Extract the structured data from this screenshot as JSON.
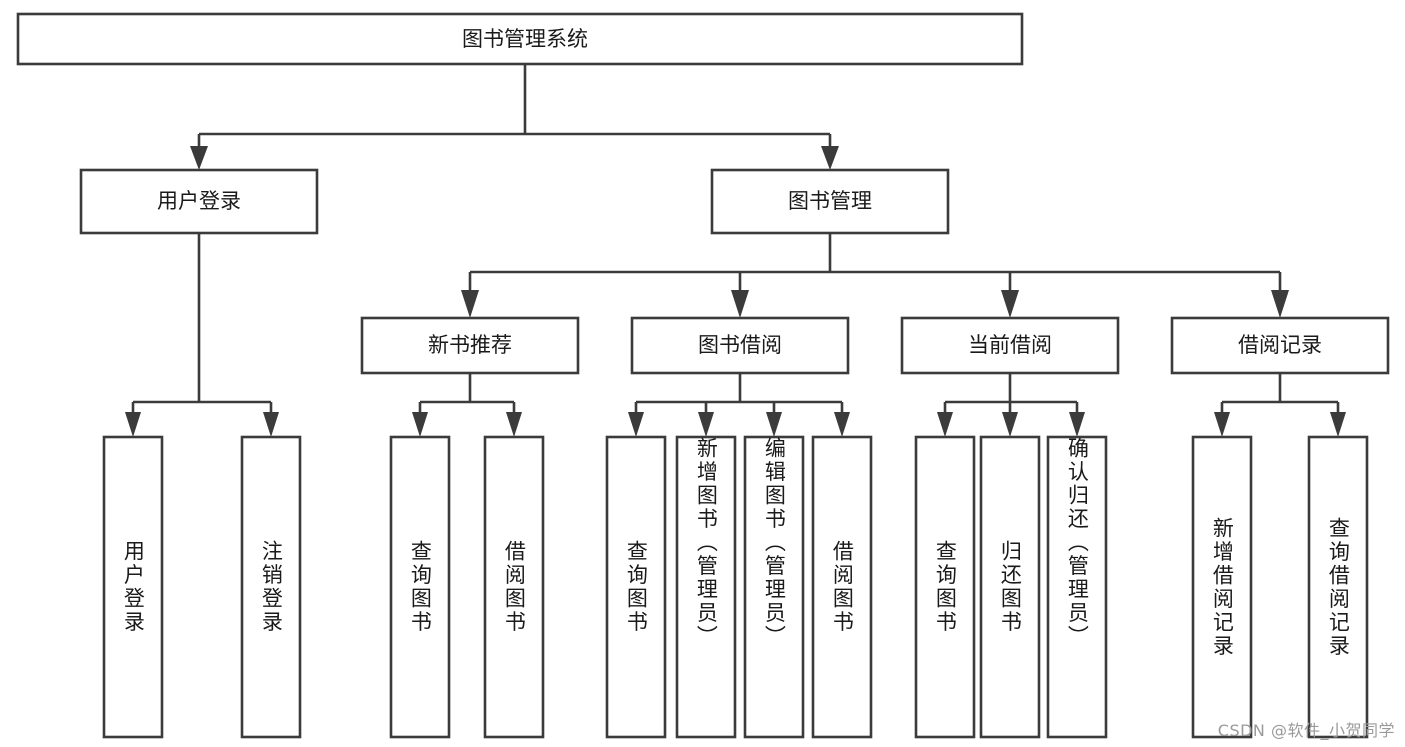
{
  "diagram": {
    "type": "tree",
    "title": "图书管理系统",
    "orientation": "top-down",
    "colors": {
      "box_fill": "#ffffff",
      "box_stroke": "#3b3b3b",
      "text": "#1a1a1a",
      "background": "#ffffff",
      "watermark": "#9a9a9a"
    },
    "root": {
      "label": "图书管理系统"
    },
    "level2": [
      {
        "label": "用户登录"
      },
      {
        "label": "图书管理"
      }
    ],
    "level3": [
      {
        "label": "新书推荐"
      },
      {
        "label": "图书借阅"
      },
      {
        "label": "当前借阅"
      },
      {
        "label": "借阅记录"
      }
    ],
    "leaves": {
      "user_login": [
        {
          "label": "用户登录"
        },
        {
          "label": "注销登录"
        }
      ],
      "new_book_recommend": [
        {
          "label": "查询图书"
        },
        {
          "label": "借阅图书"
        }
      ],
      "book_borrow": [
        {
          "label": "查询图书"
        },
        {
          "label": "新增图书（管理员）"
        },
        {
          "label": "编辑图书（管理员）"
        },
        {
          "label": "借阅图书"
        }
      ],
      "current_borrow": [
        {
          "label": "查询图书"
        },
        {
          "label": "归还图书"
        },
        {
          "label": "确认归还（管理员）"
        }
      ],
      "borrow_record": [
        {
          "label": "新增借阅记录"
        },
        {
          "label": "查询借阅记录"
        }
      ]
    }
  },
  "watermark": {
    "text": "CSDN @软件_小贺同学"
  }
}
